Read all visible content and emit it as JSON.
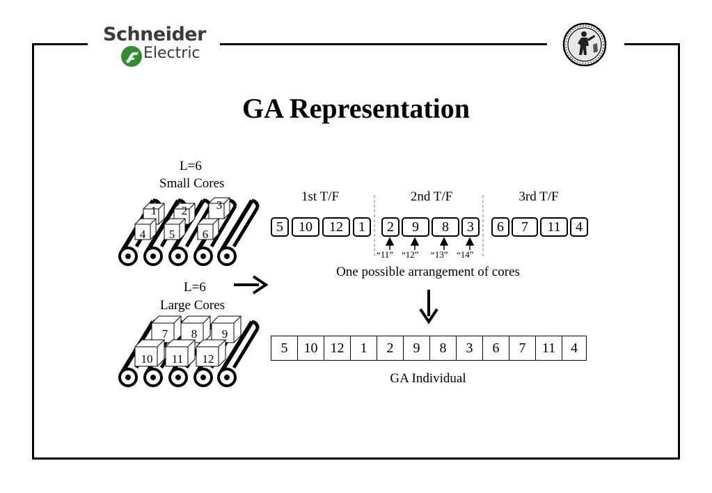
{
  "logo": {
    "line1": "Schneider",
    "line2": "Electric",
    "icon": "schneider-electric-logo-icon"
  },
  "seal": {
    "icon": "university-seal-icon"
  },
  "title": "GA Representation",
  "small_group": {
    "l_label": "L=6",
    "name": "Small Cores",
    "cores": [
      "1",
      "2",
      "3",
      "4",
      "5",
      "6"
    ]
  },
  "large_group": {
    "l_label": "L=6",
    "name": "Large Cores",
    "cores": [
      "7",
      "8",
      "9",
      "10",
      "11",
      "12"
    ]
  },
  "transformers": [
    "1st T/F",
    "2nd T/F",
    "3rd T/F"
  ],
  "arrangement": [
    "5",
    "10",
    "12",
    "1",
    "2",
    "9",
    "8",
    "3",
    "6",
    "7",
    "11",
    "4"
  ],
  "position_labels": [
    "“11”",
    "“12”",
    "“13”",
    "“14”"
  ],
  "arrangement_caption": "One possible arrangement of cores",
  "individual": [
    "5",
    "10",
    "12",
    "1",
    "2",
    "9",
    "8",
    "3",
    "6",
    "7",
    "11",
    "4"
  ],
  "individual_caption": "GA Individual"
}
